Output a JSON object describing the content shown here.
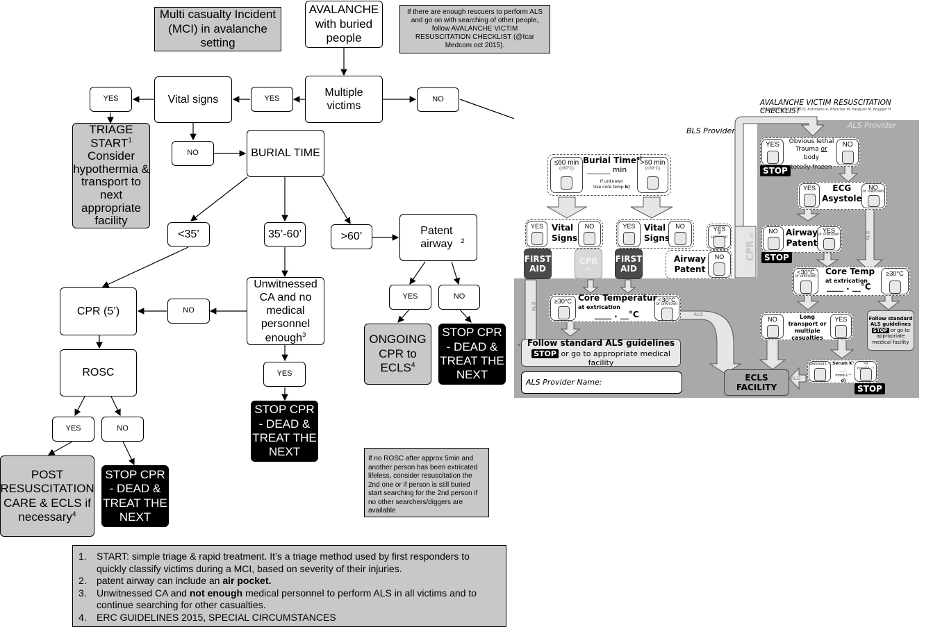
{
  "flowchart": {
    "mci_title": "Multi casualty Incident (MCI) in avalanche setting",
    "avalanche": "AVALANCHE with buried people",
    "info_note": "If there are enough rescuers to perform ALS and go on with searching of other people, follow AVALANCHE VICTIM RESUSCITATION CHECKLIST (@Icar Medcom oct 2015).",
    "multiple_victims": "Multiple victims",
    "yes": "YES",
    "no": "NO",
    "vital_signs": "Vital signs",
    "triage": {
      "line1": "TRIAGE",
      "line2": "START",
      "sup": "1",
      "rest": "Consider hypothermia & transport to next appropriate facility"
    },
    "burial_time": "BURIAL TIME",
    "lt35": "<35’",
    "b35_60": "35’-60’",
    "gt60": ">60’",
    "patent_airway": "Patent airway",
    "patent_airway_sup": "2",
    "unwitnessed": "Unwitnessed CA and no medical personnel enough",
    "unwitnessed_sup": "3",
    "cpr5": "CPR (5’)",
    "rosc": "ROSC",
    "ongoing": "ONGOING CPR to ECLS",
    "ongoing_sup": "4",
    "stop_cpr": "STOP CPR - DEAD & TREAT THE NEXT",
    "post_resus": "POST RESUSCITATION CARE & ECLS if necessary",
    "post_resus_sup": "4",
    "rosc_note": "If no ROSC after approx 5min and another person has been extricated lifeless, consider resuscitation the 2nd one or if person is still buried start searching for the 2nd person if no other searchers/diggers are available"
  },
  "footnotes": [
    {
      "num": "1.",
      "text": "START: simple triage & rapid treatment. It’s a triage method used by first responders to quickly classify victims during a MCI, based on severity of their injuries."
    },
    {
      "num": "2.",
      "pre": "patent airway can include an ",
      "bold": "air pocket.",
      "post": ""
    },
    {
      "num": "3.",
      "pre": "Unwitnessed CA and ",
      "bold": "not enough",
      "post": " medical personnel to perform ALS in all victims and to continue searching for other casualties."
    },
    {
      "num": "4.",
      "text": "ERC GUIDELINES 2015, SPECIAL CIRCUMSTANCES"
    }
  ],
  "checklist": {
    "title": "AVALANCHE VICTIM RESUSCITATION CHECKLIST",
    "credit": "©ICAR MEDCOM,oct 2015, Kottmann A, Blancher M, Pasquier M, Brugger H",
    "bls_provider": "BLS Provider",
    "als_provider": "ALS Provider",
    "burial_time": "Burial Time",
    "burial_sup": "a)",
    "min": "min",
    "le60": "≤60 min",
    "le60_sub": "(≥30°C)",
    "gt60": ">60 min",
    "gt60_sub": "(<30°C)",
    "if_unknown": "If unknown",
    "use_core": "Use core temp",
    "use_core_sup": "b)",
    "yes": "YES",
    "no": "NO",
    "vital": "Vital",
    "signs": "Signs",
    "first_aid": "FIRST AID",
    "cpr": "CPR",
    "cpr_c": "c)",
    "cpr_d": "d)",
    "yes_or_unknown": "or unknown",
    "airway": "Airway",
    "patent": "Patent",
    "core_temperature": "Core Temperature",
    "at_extrication": "at extrication",
    "temp_blank": "____ . __°C",
    "ge30": "≥30°C",
    "lt30": "<30°C",
    "follow_std": "Follow standard ALS guidelines",
    "stop": "STOP",
    "or_go": "or go to appropriate medical facility",
    "als_name": "ALS Provider Name:",
    "ecls": "ECLS FACILITY",
    "als": "ALS",
    "lethal_1": "Obvious lethal",
    "lethal_2": "Trauma",
    "lethal_or": "or",
    "lethal_3": "body",
    "lethal_4": "totally frozen",
    "ecg": "ECG",
    "asystole": "Asystole",
    "core_temp": "Core Temp",
    "follow_std_short": "Follow standard ALS guidelines",
    "or_go_short": "or go to appropriate medical facility",
    "long_transport": "Long transport or multiple casualties",
    "serum": "Serum K⁺",
    "serum_blank": "__._ mmol.L⁻¹",
    "serum_d": "d)",
    "le8": "≤8mmol.L⁻¹",
    "gt8": ">8 mmol.L⁻¹"
  }
}
